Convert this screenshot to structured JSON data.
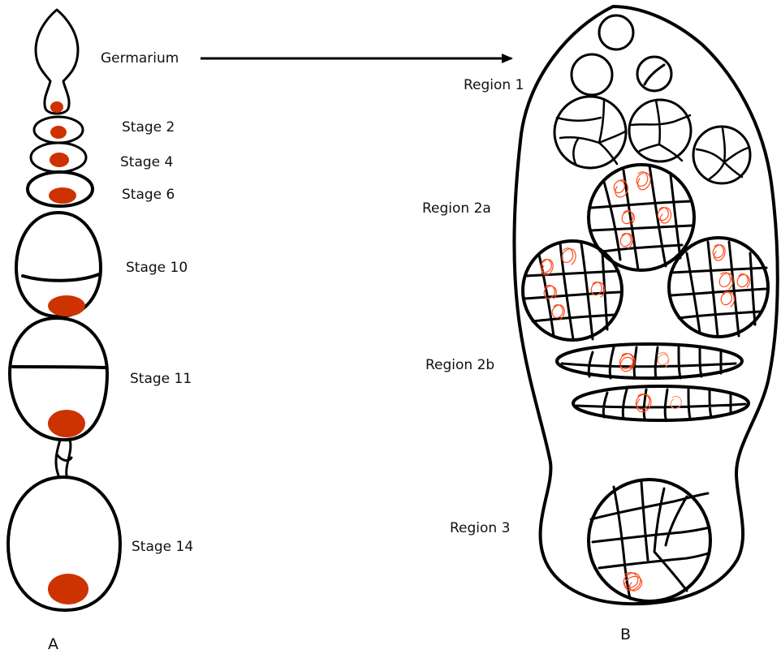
{
  "panel_a": {
    "letter": "A",
    "stages": [
      "Germarium",
      "Stage 2",
      "Stage 4",
      "Stage 6",
      "Stage 10",
      "Stage 11",
      "Stage 14"
    ]
  },
  "panel_b": {
    "letter": "B",
    "regions": [
      "Region 1",
      "Region 2a",
      "Region 2b",
      "Region 3"
    ]
  },
  "colors": {
    "oocyte": "#cc3300",
    "chromatin": "#ff4a1c",
    "chromatin_light": "#ff9a7a",
    "outline": "#000000"
  }
}
